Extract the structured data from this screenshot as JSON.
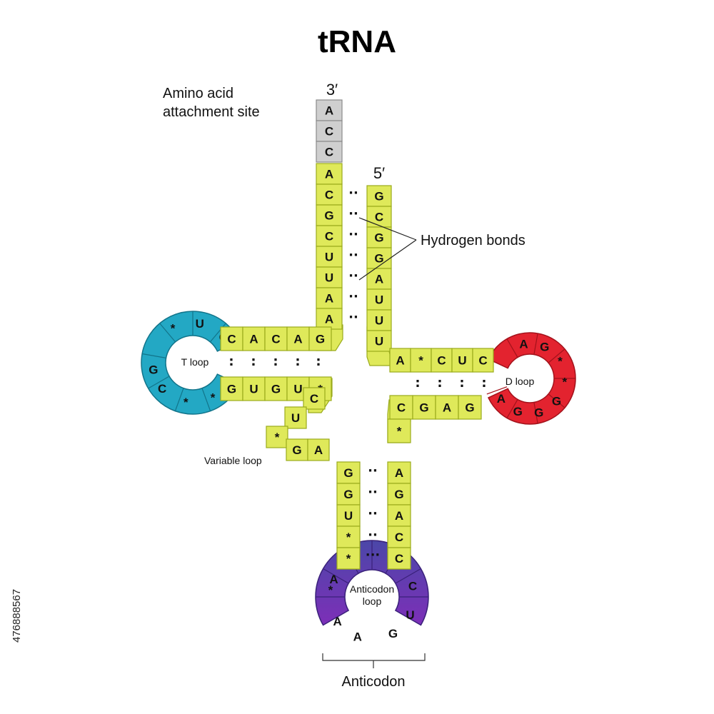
{
  "diagram": {
    "title": "tRNA",
    "labels": {
      "three_prime": "3′",
      "five_prime": "5′",
      "amino_acid_line1": "Amino acid",
      "amino_acid_line2": "attachment site",
      "hydrogen_bonds": "Hydrogen bonds",
      "t_loop": "T loop",
      "d_loop": "D loop",
      "variable_loop": "Variable loop",
      "anticodon_loop_line1": "Anticodon",
      "anticodon_loop_line2": "loop",
      "anticodon": "Anticodon"
    },
    "side_id": "476888567",
    "colors": {
      "stem": "#dfe95a",
      "stem_dark": "#9aab1c",
      "terminal": "#cfcfcf",
      "terminal_dark": "#8a8a8a",
      "t_loop": "#23a8c4",
      "t_loop_dark": "#12748a",
      "d_loop": "#e3232f",
      "d_loop_dark": "#a3121b",
      "anticodon_loop_top": "#4b47a8",
      "anticodon_loop_bottom": "#7d2fb8",
      "anticodon_loop_dark": "#3a217a"
    },
    "sequences": {
      "terminal_3prime": [
        "A",
        "C",
        "C"
      ],
      "acceptor_3prime": [
        "A",
        "C",
        "G",
        "C",
        "U",
        "U",
        "A",
        "A"
      ],
      "acceptor_5prime": [
        "G",
        "C",
        "G",
        "G",
        "A",
        "U",
        "U",
        "U"
      ],
      "t_stem_top": [
        "C",
        "A",
        "C",
        "A",
        "G"
      ],
      "t_loop": [
        "*",
        "U",
        "C",
        "G",
        "C",
        "*",
        "*"
      ],
      "t_stem_bottom": [
        "G",
        "U",
        "G",
        "U",
        "*"
      ],
      "variable_loop": [
        "C",
        "U",
        "*",
        "G",
        "A"
      ],
      "anticodon_stem_left": [
        "G",
        "G",
        "U",
        "*",
        "*"
      ],
      "anticodon_loop": [
        "A",
        "*",
        "A",
        "A",
        "G",
        "U",
        "C"
      ],
      "anticodon_stem_right": [
        "A",
        "G",
        "A",
        "C",
        "C"
      ],
      "d_stem_top": [
        "A",
        "*",
        "C",
        "U",
        "C"
      ],
      "d_loop": [
        "A",
        "G",
        "*",
        "*",
        "G",
        "G",
        "G",
        "A"
      ],
      "d_stem_bottom": [
        "C",
        "G",
        "A",
        "G"
      ],
      "connector": [
        "*"
      ]
    },
    "pairings": {
      "acceptor": [
        "··",
        "··",
        "··",
        "··",
        "··",
        "··",
        "··"
      ],
      "t_stem": [
        ":",
        ":",
        ":",
        ":",
        ":"
      ],
      "d_stem": [
        ":",
        ":",
        ":",
        ":"
      ],
      "anticodon_stem": [
        "··",
        "··",
        "··",
        "··",
        "···"
      ]
    }
  }
}
